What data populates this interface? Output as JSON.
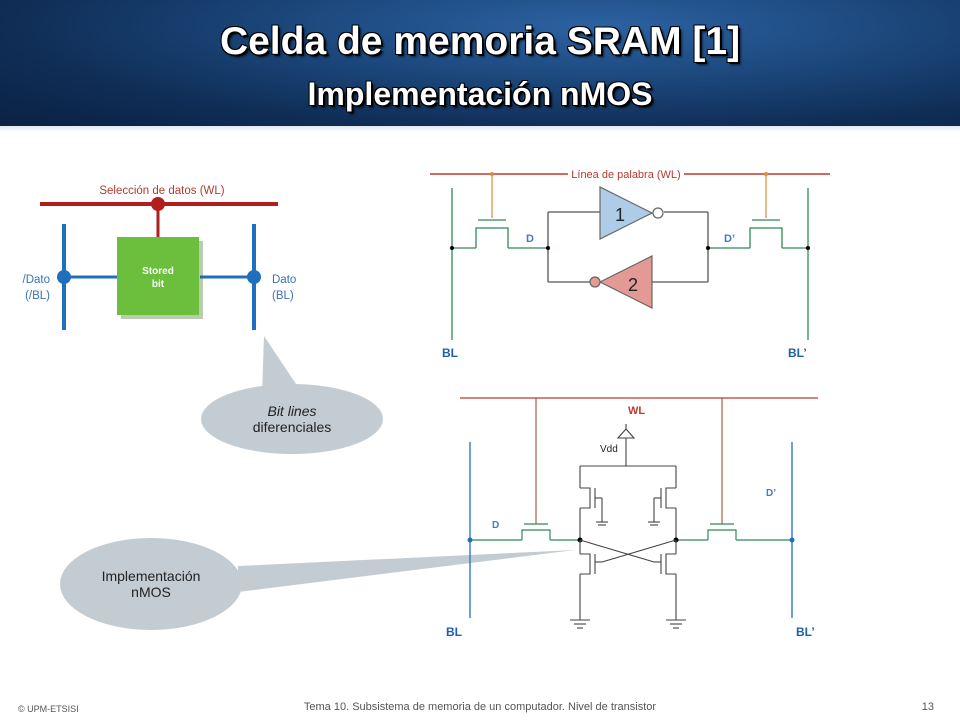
{
  "slide": {
    "title": "Celda de memoria SRAM [1]",
    "subtitle": "Implementación nMOS"
  },
  "left_diagram": {
    "wl_label": "Selección de datos (WL)",
    "cell_label_line1": "Stored",
    "cell_label_line2": "bit",
    "left_line1": "/Dato",
    "left_line2": "(/BL)",
    "right_line1": "Dato",
    "right_line2": "(BL)"
  },
  "bubble_bitlines": {
    "line1": "Bit lines",
    "line2": "diferenciales"
  },
  "bubble_nmos": {
    "line1": "Implementación",
    "line2": "nMOS"
  },
  "inverter_diagram": {
    "wl_label": "Línea de palabra (WL)",
    "inv1": "1",
    "inv2": "2",
    "node_d": "D",
    "node_d_prime": "D’",
    "bl": "BL",
    "bl_prime": "BL’"
  },
  "transistor_diagram": {
    "wl": "WL",
    "vdd": "Vdd",
    "node_d": "D",
    "node_d_prime": "D’",
    "bl": "BL",
    "bl_prime": "BL’"
  },
  "footer": {
    "copyright": "© UPM-ETSISI",
    "topic": "Tema 10. Subsistema de memoria de un computador. Nivel de transistor",
    "page": "13"
  },
  "colors": {
    "header_bg": "#1b467a",
    "word_line": "#c0392b",
    "bit_line": "#1f6fbf",
    "cell_green": "#6cbf3c",
    "inverter_blue": "#aecce8",
    "inverter_red": "#e39a94",
    "bubble_gray": "#c4ccd3"
  }
}
